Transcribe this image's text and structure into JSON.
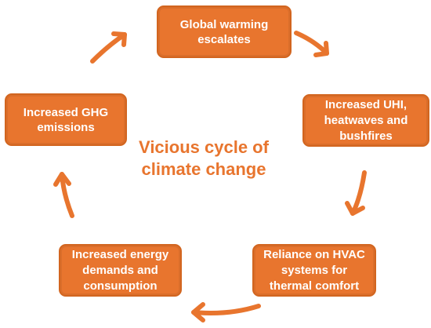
{
  "colors": {
    "box_fill": "#E8752E",
    "box_border": "#D2651F",
    "arrow": "#E8752E",
    "center_text": "#E8752E",
    "node_text": "#FFFFFF"
  },
  "center": {
    "label": "Vicious cycle of climate change"
  },
  "nodes": {
    "global_warming": {
      "label": "Global warming escalates"
    },
    "uhi": {
      "label": "Increased UHI, heatwaves and bushfires"
    },
    "hvac": {
      "label": "Reliance on HVAC systems for thermal comfort"
    },
    "energy": {
      "label": "Increased energy demands and consumption"
    },
    "ghg": {
      "label": "Increased GHG emissions"
    }
  },
  "edges": [
    {
      "from": "Global warming escalates",
      "to": "Increased UHI, heatwaves and bushfires",
      "arrow_icon": "arrow-right-down-icon"
    },
    {
      "from": "Increased UHI, heatwaves and bushfires",
      "to": "Reliance on HVAC systems for thermal comfort",
      "arrow_icon": "arrow-down-icon"
    },
    {
      "from": "Reliance on HVAC systems for thermal comfort",
      "to": "Increased energy demands and consumption",
      "arrow_icon": "arrow-left-icon"
    },
    {
      "from": "Increased energy demands and consumption",
      "to": "Increased GHG emissions",
      "arrow_icon": "arrow-up-icon"
    },
    {
      "from": "Increased GHG emissions",
      "to": "Global warming escalates",
      "arrow_icon": "arrow-up-right-icon"
    }
  ]
}
